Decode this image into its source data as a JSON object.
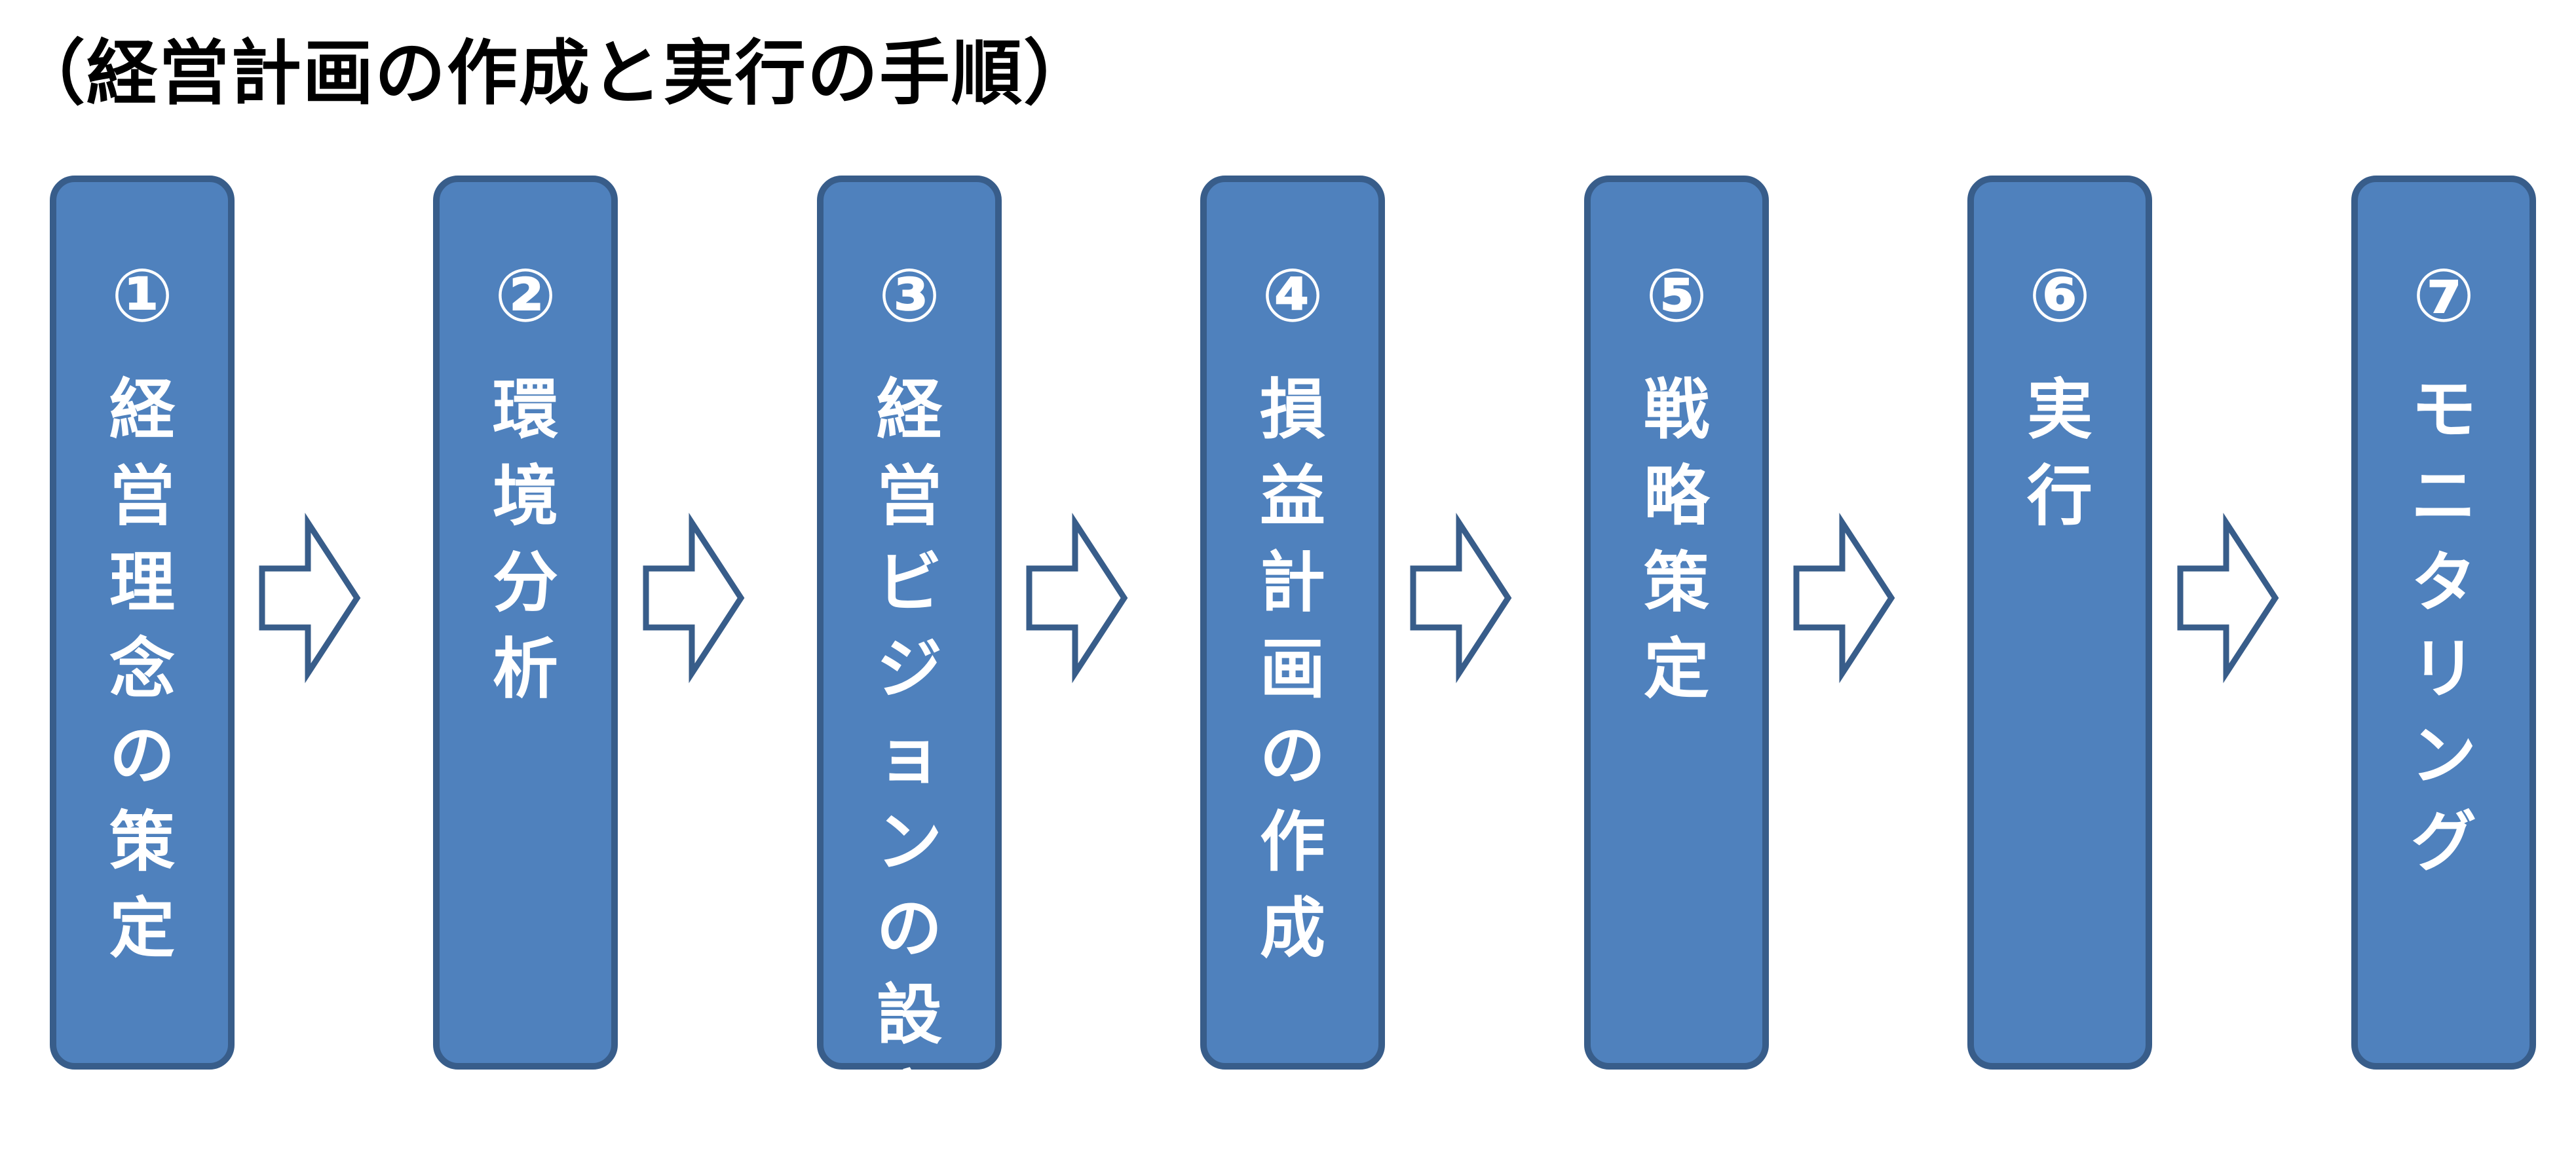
{
  "title": "（経営計画の作成と実行の手順）",
  "colors": {
    "box_fill": "#4f81bd",
    "box_border": "#385d8a",
    "text": "#ffffff",
    "arrow_fill": "#ffffff",
    "arrow_stroke": "#385d8a"
  },
  "steps": [
    {
      "number": "①",
      "label": "経営理念の策定"
    },
    {
      "number": "②",
      "label": "環境分析"
    },
    {
      "number": "③",
      "label": "経営ビジョンの設定"
    },
    {
      "number": "④",
      "label": "損益計画の作成"
    },
    {
      "number": "⑤",
      "label": "戦略策定"
    },
    {
      "number": "⑥",
      "label": "実行"
    },
    {
      "number": "⑦",
      "label": "モニタリング"
    }
  ],
  "connectors": [
    {
      "icon": "right-arrow-icon"
    },
    {
      "icon": "right-arrow-icon"
    },
    {
      "icon": "right-arrow-icon"
    },
    {
      "icon": "right-arrow-icon"
    },
    {
      "icon": "right-arrow-icon"
    },
    {
      "icon": "right-arrow-icon"
    }
  ]
}
